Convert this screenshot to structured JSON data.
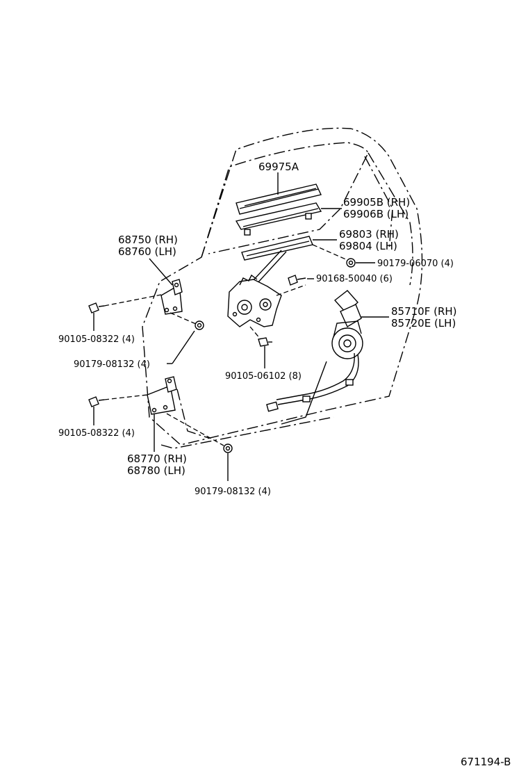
{
  "diagram_id": "671194-B",
  "parts": {
    "glass_channel": {
      "number": "69975A"
    },
    "sash_channel": {
      "rh": "69905B (RH)",
      "lh": "69906B (LH)"
    },
    "regulator": {
      "rh": "69803 (RH)",
      "lh": "69804 (LH)"
    },
    "nut_top": {
      "label": "90179-06070 (4)"
    },
    "bolt_top": {
      "label": "90168-50040 (6)"
    },
    "motor": {
      "rh": "85710F (RH)",
      "lh": "85720E (LH)"
    },
    "bolt_regulator": {
      "label": "90105-06102 (8)"
    },
    "upper_hinge": {
      "rh": "68750 (RH)",
      "lh": "68760 (LH)"
    },
    "bolt_upper_hinge": {
      "label": "90105-08322 (4)"
    },
    "nut_upper_hinge": {
      "label": "90179-08132 (4)"
    },
    "bolt_lower_hinge": {
      "label": "90105-08322 (4)"
    },
    "lower_hinge": {
      "rh": "68770 (RH)",
      "lh": "68780 (LH)"
    },
    "nut_lower_hinge": {
      "label": "90179-08132 (4)"
    }
  }
}
